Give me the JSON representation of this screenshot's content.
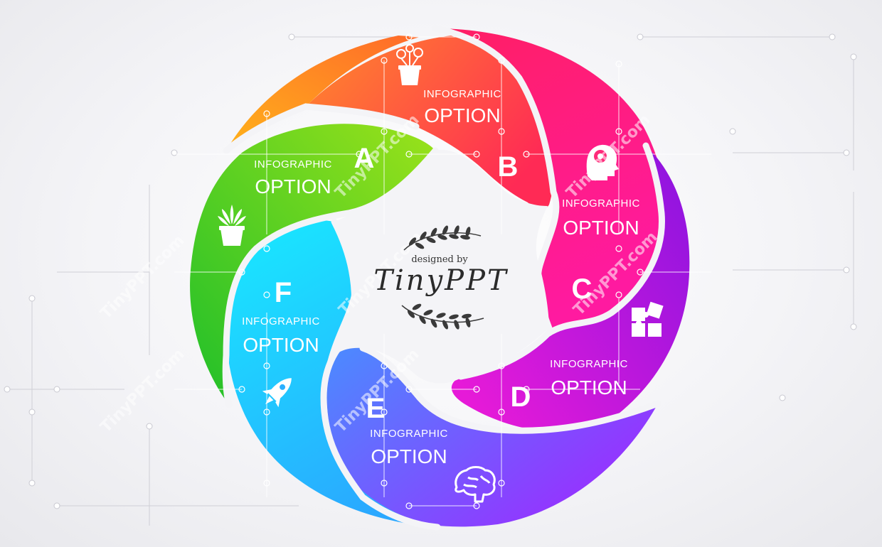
{
  "center": {
    "designed_by": "designed by",
    "logo": "TinyPPT"
  },
  "watermark": "TinyPPT.com",
  "segments": [
    {
      "id": "A",
      "letter": "A",
      "label_small": "INFOGRAPHIC",
      "label_big": "OPTION",
      "icon": "plant-pot-icon",
      "color_start": "#9be21a",
      "color_end": "#1fbf2a"
    },
    {
      "id": "B",
      "letter": "B",
      "label_small": "INFOGRAPHIC",
      "label_big": "OPTION",
      "icon": "flower-pot-icon",
      "color_start": "#ff8a2a",
      "color_end": "#ff2a55"
    },
    {
      "id": "C",
      "letter": "C",
      "label_small": "INFOGRAPHIC",
      "label_big": "OPTION",
      "icon": "brain-head-icon",
      "color_start": "#ff1f63",
      "color_end": "#ff1aa0"
    },
    {
      "id": "D",
      "letter": "D",
      "label_small": "INFOGRAPHIC",
      "label_big": "OPTION",
      "icon": "puzzle-icon",
      "color_start": "#e61ad8",
      "color_end": "#8a14e0"
    },
    {
      "id": "E",
      "letter": "E",
      "label_small": "INFOGRAPHIC",
      "label_big": "OPTION",
      "icon": "brain-icon",
      "color_start": "#4a8cff",
      "color_end": "#9b2cff"
    },
    {
      "id": "F",
      "letter": "F",
      "label_small": "INFOGRAPHIC",
      "label_big": "OPTION",
      "icon": "rocket-icon",
      "color_start": "#19e6ff",
      "color_end": "#2aa8ff"
    }
  ],
  "colors": {
    "background": "#f4f4f7",
    "text_on_segment": "#ffffff"
  }
}
